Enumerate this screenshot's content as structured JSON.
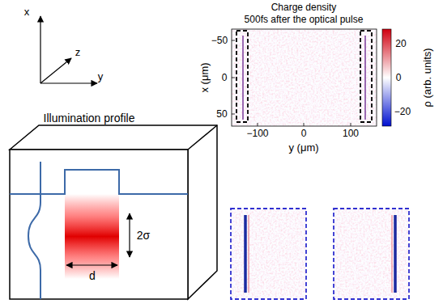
{
  "diagram": {
    "labels": [
      "x",
      "z",
      "y",
      "Illumination profile",
      "2σ",
      "d",
      "Charge density",
      "500fs after the optical pulse",
      "−50",
      "0",
      "50",
      "x (μm)",
      "−100",
      "0",
      "100",
      "y (μm)",
      "20",
      "0",
      "−20",
      "ρ (arb. units)"
    ]
  }
}
